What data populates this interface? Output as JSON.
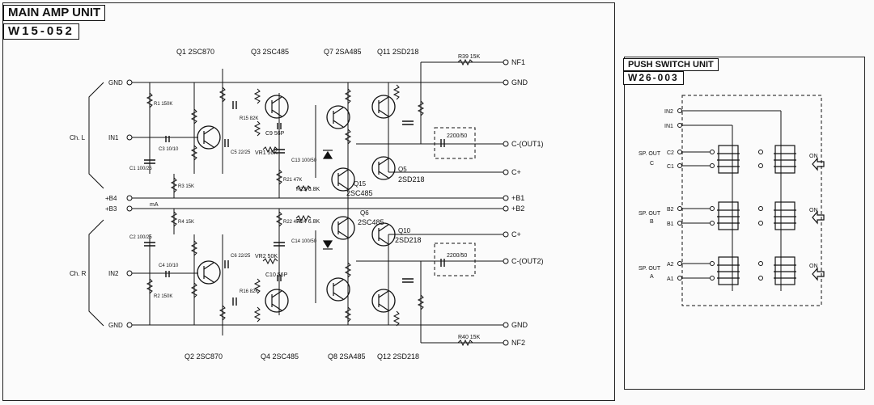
{
  "main_amp": {
    "title": "MAIN AMP UNIT",
    "code": "W15-052",
    "transistor_labels": {
      "q1": "Q1 2SC870",
      "q3": "Q3 2SC485",
      "q7": "Q7 2SA485",
      "q11": "Q11 2SD218",
      "q2": "Q2 2SC870",
      "q4": "Q4 2SC485",
      "q8": "Q8 2SA485",
      "q12": "Q12 2SD218",
      "q5": "Q5",
      "q5_type": "2SD218",
      "q15": "Q15",
      "q15_type": "2SC485",
      "q6": "Q6",
      "q6_type": "2SC485",
      "q10": "Q10",
      "q10_type": "2SD218"
    },
    "terminals_right": {
      "nf1": "NF1",
      "gnd_top": "GND",
      "out1": "C-(OUT1)",
      "c_plus_1": "C+",
      "b1": "+B1",
      "b2": "+B2",
      "c_plus_2": "C+",
      "out2": "C-(OUT2)",
      "gnd_bottom": "GND",
      "nf2": "NF2"
    },
    "terminals_left": {
      "gnd_top": "GND",
      "in1": "IN1",
      "ch_l": "Ch. L",
      "b4": "+B4",
      "b3": "+B3",
      "ma": "mA",
      "in2": "IN2",
      "ch_r": "Ch. R",
      "gnd_bottom": "GND"
    },
    "components": {
      "r39": "R39 15K",
      "r40": "R40 15K",
      "vr1": "VR1 50K",
      "vr2": "VR2 50K",
      "c9": "C9 56P",
      "c10": "C10 56P",
      "r23": "R23 6.8K",
      "r24": "R24 6.8K",
      "cap_out1": "2200/50",
      "cap_out2": "2200/50",
      "r1": "R1 150K",
      "r2": "R2 150K",
      "r3": "R3 15K",
      "r4": "R4 15K",
      "r21": "R21 47K",
      "r22": "R22 47K",
      "c5": "C5 22/25",
      "c6": "C6 22/25",
      "c1": "C1 100/25",
      "c2": "C2 100/25",
      "c3": "C3 10/10",
      "c4": "C4 10/10",
      "r15": "R15 82K",
      "r16": "R16 82K",
      "c13": "C13 100/50",
      "c14": "C14 100/50"
    }
  },
  "push_switch": {
    "title": "PUSH SWITCH UNIT",
    "code": "W26-003",
    "in2": "IN2",
    "in1": "IN1",
    "sp_out_c": "SP. OUT",
    "c_letter": "C",
    "c2": "C2",
    "c1": "C1",
    "sp_out_b": "SP. OUT",
    "b_letter": "B",
    "b2": "B2",
    "b1": "B1",
    "sp_out_a": "SP. OUT",
    "a_letter": "A",
    "a2": "A2",
    "a1": "A1",
    "on_labels": [
      "ON",
      "ON",
      "ON"
    ]
  }
}
